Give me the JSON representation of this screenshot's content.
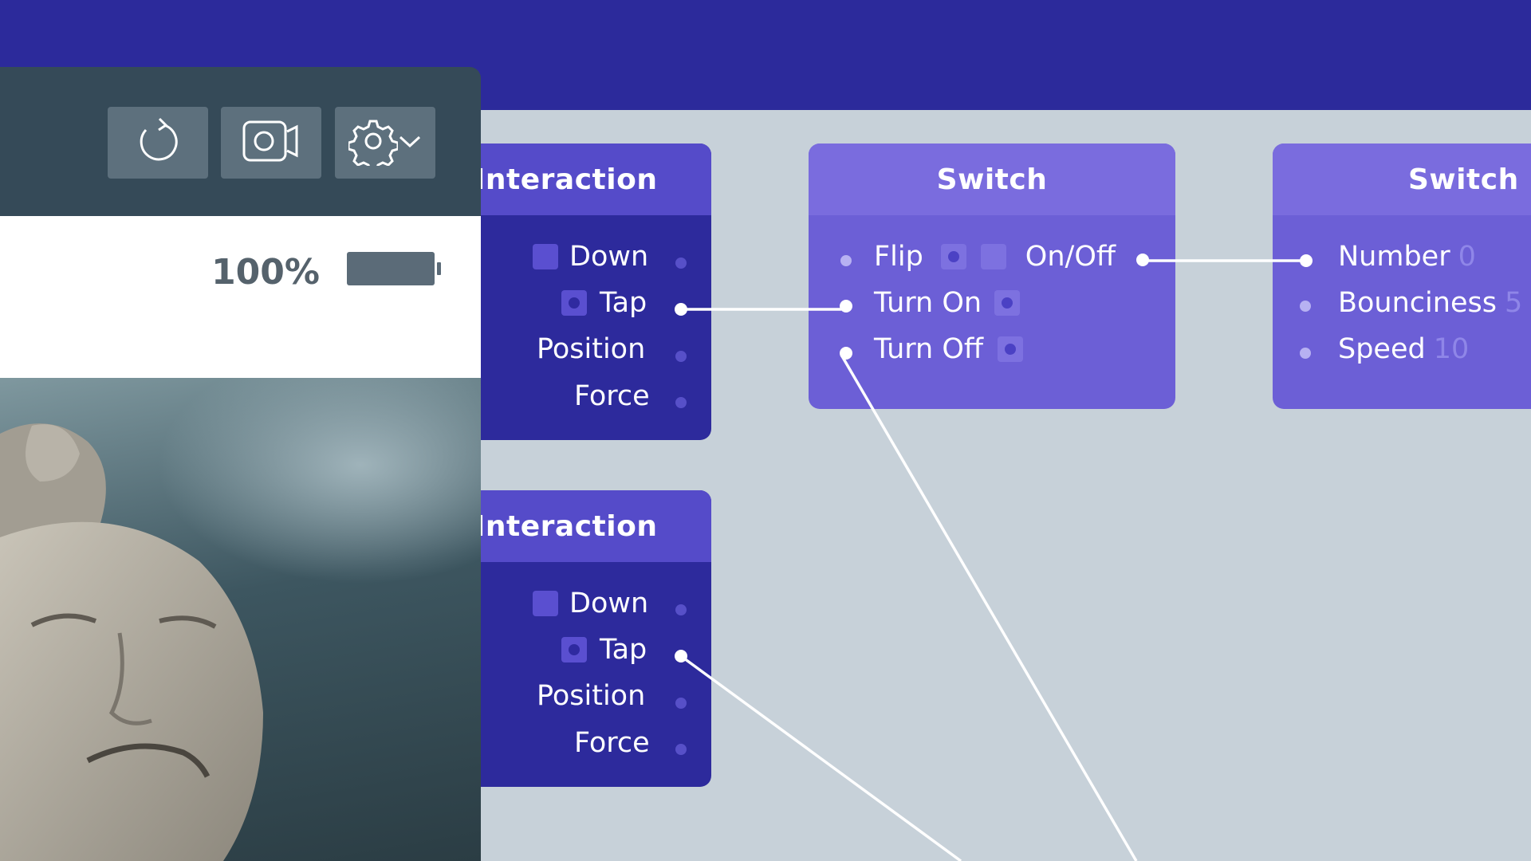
{
  "toolbar": {
    "buttons": [
      {
        "icon": "refresh-icon"
      },
      {
        "icon": "video-camera-icon"
      },
      {
        "icon": "gear-icon",
        "dropdown": "chevron-down-icon"
      }
    ]
  },
  "status": {
    "battery_percent": "100%",
    "battery_level": 1.0
  },
  "preview": {
    "image": "terracotta-warrior-photo"
  },
  "nodes": {
    "interaction1": {
      "title": "Interaction",
      "ports": [
        "Down",
        "Tap",
        "Position",
        "Force"
      ]
    },
    "interaction2": {
      "title": "Interaction",
      "ports": [
        "Down",
        "Tap",
        "Position",
        "Force"
      ]
    },
    "switch1": {
      "title": "Switch",
      "inputs": [
        "Flip",
        "Turn On",
        "Turn Off"
      ],
      "output": "On/Off"
    },
    "switch2": {
      "title": "Switch",
      "params": [
        {
          "label": "Number",
          "value": "0"
        },
        {
          "label": "Bounciness",
          "value": "5"
        },
        {
          "label": "Speed",
          "value": "10"
        }
      ]
    }
  },
  "colors": {
    "topbar": "#2c2a9b",
    "canvas": "#c7d1d9",
    "interaction_node": "#2d2a9c",
    "switch_node": "#6c5fd6",
    "wire": "#ffffff"
  }
}
